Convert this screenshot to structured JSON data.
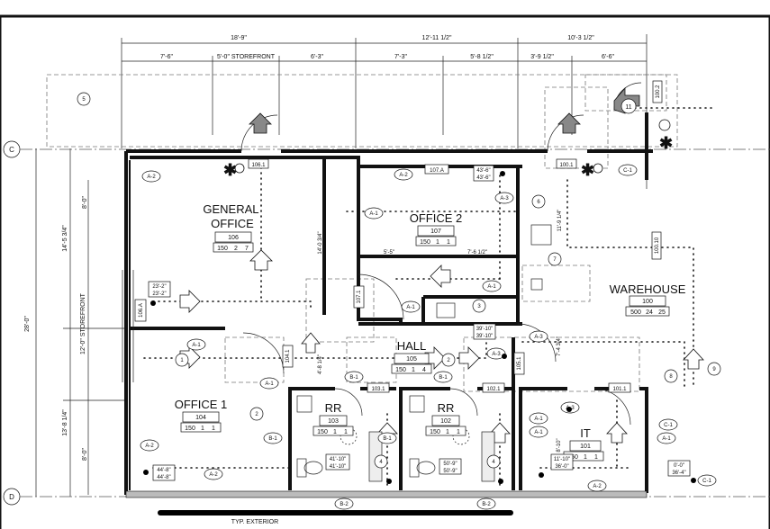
{
  "grid_lines": [
    "C",
    "D"
  ],
  "dimensions": {
    "top_overall": [
      "18'-9\"",
      "12'-11 1/2\"",
      "10'-3 1/2\""
    ],
    "top_detail": [
      "7'-6\"",
      "5'-0\" STOREFRONT",
      "6'-3\"",
      "7'-3\"",
      "5'-8 1/2\"",
      "3'-9 1/2\"",
      "6'-6\""
    ],
    "left_overall": "28'-0\"",
    "left_segments": [
      "14'-5 3/4\"",
      "12'-0\" STOREFRONT",
      "13'-8 1/4\""
    ],
    "left_detail": [
      "8'-0\"",
      "8'-0\""
    ],
    "office2_width": "5'-5\"",
    "office2_right": "7'-6 1/2\"",
    "general_office_height": "14'-0 3/4\"",
    "hall_left": "4'-8 1/4\"",
    "warehouse_v1": "11'-9 1/4\"",
    "warehouse_v2": "7'-4 3/4\"",
    "it_height": "8'-10\""
  },
  "rooms": [
    {
      "name": "GENERAL\nOFFICE",
      "number": "106",
      "stats": [
        "150",
        "2",
        "7"
      ]
    },
    {
      "name": "OFFICE 2",
      "number": "107",
      "stats": [
        "150",
        "1",
        "1"
      ]
    },
    {
      "name": "WAREHOUSE",
      "number": "100",
      "stats": [
        "500",
        "24",
        "25"
      ]
    },
    {
      "name": "HALL",
      "number": "105",
      "stats": [
        "150",
        "1",
        "4"
      ]
    },
    {
      "name": "OFFICE 1",
      "number": "104",
      "stats": [
        "150",
        "1",
        "1"
      ]
    },
    {
      "name": "RR",
      "number": "103",
      "stats": [
        "150",
        "1",
        "1"
      ]
    },
    {
      "name": "RR",
      "number": "102",
      "stats": [
        "150",
        "1",
        "1"
      ]
    },
    {
      "name": "IT",
      "number": "101",
      "stats": [
        "150",
        "1",
        "1"
      ]
    }
  ],
  "doors": [
    "106.1",
    "107.A",
    "100.1",
    "100.2",
    "100.10",
    "106.A",
    "107.1",
    "104.1",
    "103.1",
    "102.1",
    "105.1",
    "101.1"
  ],
  "fixture_tags": [
    "1",
    "2",
    "3",
    "4",
    "5",
    "6",
    "7",
    "8",
    "9",
    "11"
  ],
  "elevations": {
    "A1": "A-1",
    "A2": "A-2",
    "A3": "A-3",
    "B1": "B-1",
    "B2": "B-2",
    "C1": "C-1"
  },
  "spot_levels": [
    [
      "43'-6\"",
      "43'-6\""
    ],
    [
      "23'-2\"",
      "23'-2\""
    ],
    [
      "39'-10\"",
      "39'-10\""
    ],
    [
      "41'-10\"",
      "41'-10\""
    ],
    [
      "50'-9\"",
      "50'-9\""
    ],
    [
      "11'-10\"",
      "36'-0\""
    ],
    [
      "0'-0\"",
      "36'-4\""
    ],
    [
      "44'-8\"",
      "44'-8\""
    ]
  ],
  "footer_label": "TYP. EXTERIOR"
}
